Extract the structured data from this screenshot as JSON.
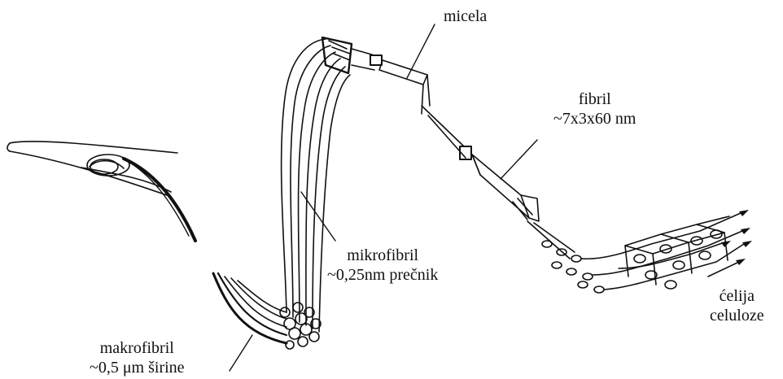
{
  "labels": {
    "micela": "micela",
    "fibril": {
      "line1": "fibril",
      "line2": "~7x3x60 nm"
    },
    "mikrofibril": {
      "line1": "mikrofibril",
      "line2": "~0,25nm prečnik"
    },
    "makrofibril": {
      "line1": "makrofibril",
      "line2": "~0,5 μm širine"
    },
    "celija": {
      "line1": "ćelija",
      "line2": "celuloze"
    }
  },
  "colors": {
    "ink": "#111111",
    "background": "#ffffff"
  }
}
